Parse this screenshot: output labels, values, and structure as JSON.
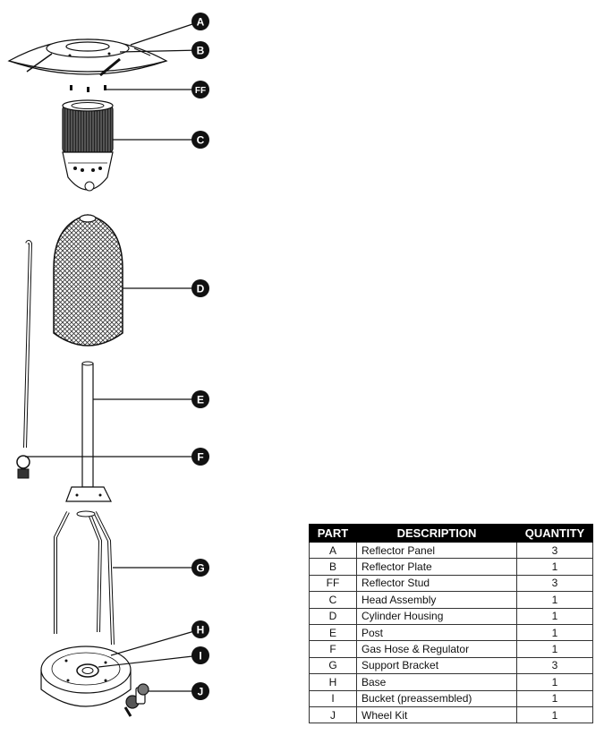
{
  "callouts": [
    "A",
    "B",
    "FF",
    "C",
    "D",
    "E",
    "F",
    "G",
    "H",
    "I",
    "J"
  ],
  "table": {
    "headers": [
      "PART",
      "DESCRIPTION",
      "QUANTITY"
    ],
    "rows": [
      {
        "part": "A",
        "description": "Reflector Panel",
        "quantity": "3"
      },
      {
        "part": "B",
        "description": "Reflector Plate",
        "quantity": "1"
      },
      {
        "part": "FF",
        "description": "Reflector Stud",
        "quantity": "3"
      },
      {
        "part": "C",
        "description": "Head Assembly",
        "quantity": "1"
      },
      {
        "part": "D",
        "description": "Cylinder Housing",
        "quantity": "1"
      },
      {
        "part": "E",
        "description": "Post",
        "quantity": "1"
      },
      {
        "part": "F",
        "description": "Gas Hose & Regulator",
        "quantity": "1"
      },
      {
        "part": "G",
        "description": "Support Bracket",
        "quantity": "3"
      },
      {
        "part": "H",
        "description": "Base",
        "quantity": "1"
      },
      {
        "part": "I",
        "description": "Bucket (preassembled)",
        "quantity": "1"
      },
      {
        "part": "J",
        "description": "Wheel Kit",
        "quantity": "1"
      }
    ]
  }
}
